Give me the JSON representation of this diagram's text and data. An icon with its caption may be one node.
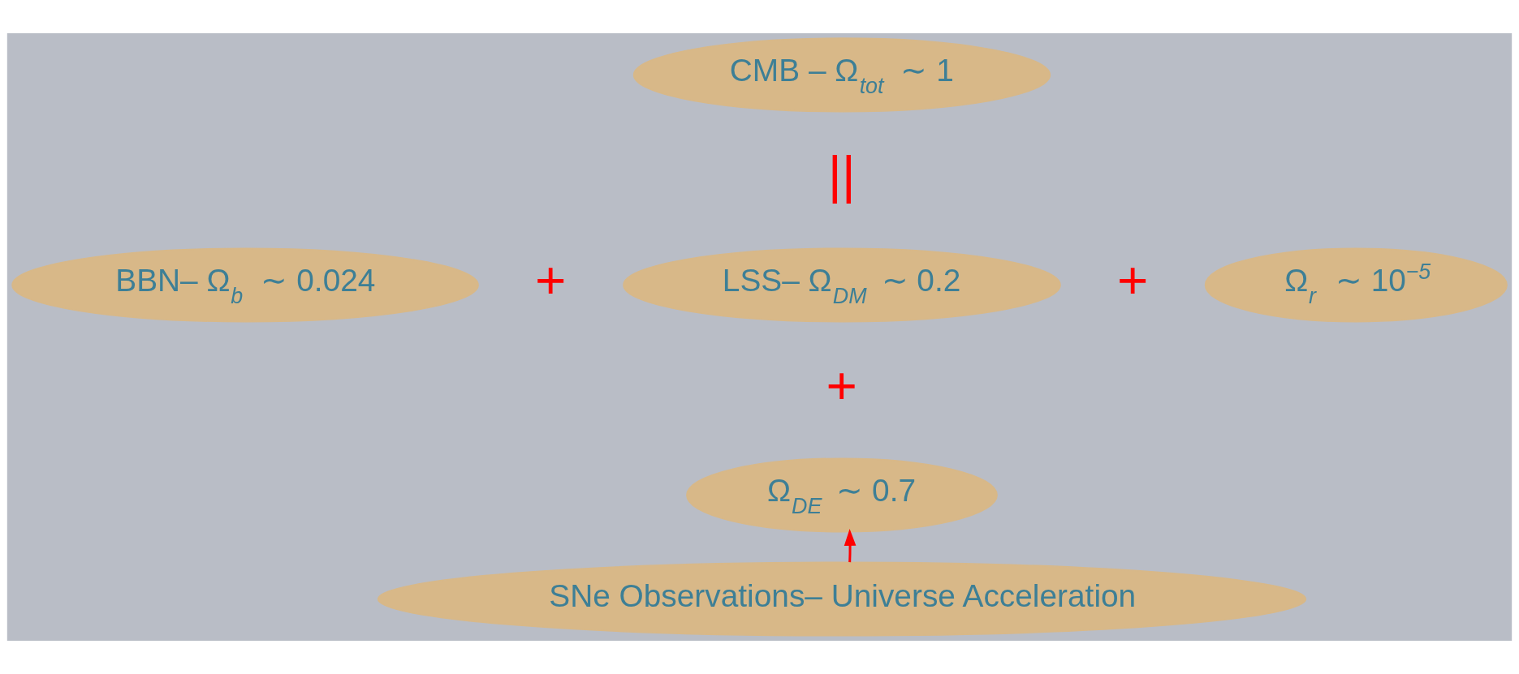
{
  "diagram": {
    "nodes": [
      {
        "text": [
          "CMB – Ω$_{tot}$ ∼ 1"
        ]
      },
      {
        "text": [
          "BBN– Ω$_{b}$ ∼ 0.024"
        ]
      },
      {
        "text": [
          "LSS– Ω$_{DM}$ ∼ 0.2"
        ]
      },
      {
        "text": [
          "Ω$_{r}$ ∼ 10$^{−5}$"
        ]
      },
      {
        "text": [
          "Ω$_{DE}$ ∼ 0.7"
        ]
      },
      {
        "text": [
          "SNe Observations– Universe Acceleration"
        ]
      }
    ],
    "edges": [
      {
        "from": 5,
        "to": 4,
        "arrow": "to",
        "color": "#ff0000"
      }
    ],
    "labels": [
      "||",
      "+",
      "+",
      "+"
    ]
  }
}
